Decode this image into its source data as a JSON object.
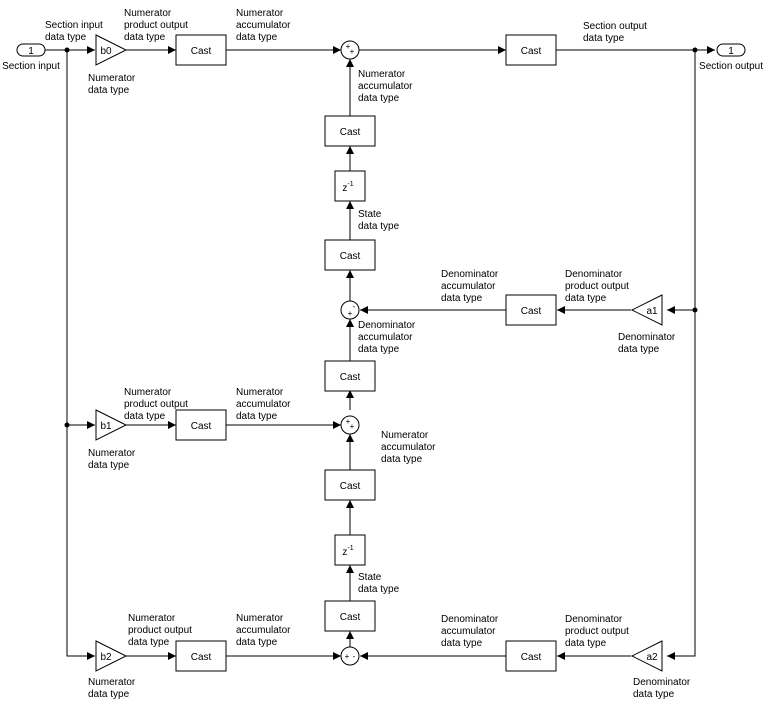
{
  "diagram": {
    "title": "Biquad filter section (Direct Form II) data types",
    "ports": {
      "input": {
        "number": "1",
        "label": "Section input"
      },
      "output": {
        "number": "1",
        "label": "Section output"
      }
    },
    "cast_label": "Cast",
    "delay_label": "z",
    "delay_exponent": "-1",
    "gains": {
      "b0": "b0",
      "b1": "b1",
      "b2": "b2",
      "a1": "a1",
      "a2": "a2"
    },
    "sum_signs": {
      "top": [
        "+",
        "+"
      ],
      "mid_denominator": [
        "-",
        "+"
      ],
      "mid_numerator": [
        "+",
        "+"
      ],
      "bottom": [
        "+",
        "-"
      ]
    },
    "labels": {
      "section_input_dt": [
        "Section input",
        "data type"
      ],
      "num_prod_out_dt": [
        "Numerator",
        "product output",
        "data type"
      ],
      "num_acc_dt": [
        "Numerator",
        "accumulator",
        "data type"
      ],
      "num_dt": [
        "Numerator",
        "data type"
      ],
      "section_output_dt": [
        "Section output",
        "data type"
      ],
      "state_dt": [
        "State",
        "data type"
      ],
      "den_acc_dt": [
        "Denominator",
        "accumulator",
        "data type"
      ],
      "den_prod_out_dt": [
        "Denominator",
        "product output",
        "data type"
      ],
      "den_dt": [
        "Denominator",
        "data type"
      ]
    }
  }
}
